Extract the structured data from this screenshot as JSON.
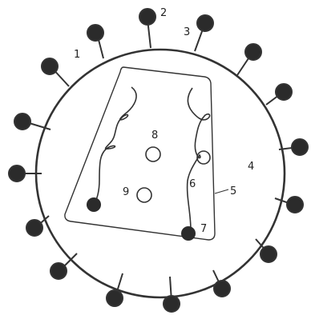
{
  "labels": {
    "l1": "1",
    "l2": "2",
    "l3": "3",
    "l4": "4",
    "l5": "5",
    "l6": "6",
    "l7": "7",
    "l8": "8",
    "l9": "9"
  },
  "colors": {
    "stroke": "#333333",
    "knob": "#2b2b2b",
    "background": "#ffffff"
  }
}
